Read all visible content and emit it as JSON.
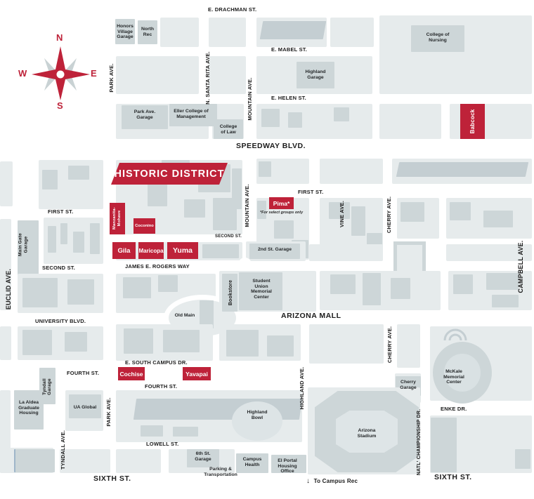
{
  "colors": {
    "accent_red": "#BE2239",
    "block_fill": "#E6EBEC",
    "building_fill": "#CDD6D8",
    "building_dark_fill": "#C4CED2",
    "label_text": "#1B1B1B",
    "hall_text": "#FFFFFF"
  },
  "compass": {
    "north": "N",
    "south": "S",
    "east": "E",
    "west": "W"
  },
  "streets": {
    "drachman": "E. DRACHMAN ST.",
    "mabel": "E. MABEL ST.",
    "helen": "E. HELEN ST.",
    "speedway": "SPEEDWAY BLVD.",
    "first": "FIRST ST.",
    "second": "SECOND ST.",
    "james_rogers": "JAMES E. ROGERS WAY",
    "university": "UNIVERSITY BLVD.",
    "arizona_mall": "ARIZONA MALL",
    "south_campus": "E. SOUTH CAMPUS DR.",
    "fourth": "FOURTH ST.",
    "lowell": "LOWELL ST.",
    "sixth": "SIXTH ST.",
    "enke": "ENKE DR.",
    "park": "PARK AVE.",
    "santa_rita": "N. SANTA RITA AVE.",
    "mountain": "MOUNTAIN AVE.",
    "vine": "VINE AVE.",
    "cherry": "CHERRY AVE.",
    "campbell": "CAMPBELL AVE.",
    "euclid": "EUCLID AVE.",
    "tyndall": "TYNDALL AVE.",
    "highland": "HIGHLAND AVE.",
    "natl_championship": "NATL' CHAMPIONSHIP DR."
  },
  "buildings": {
    "honors_village_garage": "Honors Village Garage",
    "north_rec": "North Rec",
    "college_of_nursing": "College of Nursing",
    "highland_garage": "Highland Garage",
    "park_ave_garage": "Park Ave. Garage",
    "eller": "Eller College of Management",
    "college_of_law": "College of Law",
    "main_gate_garage": "Main Gate Garage",
    "second_st_garage": "2nd St. Garage",
    "bookstore": "Bookstore",
    "student_union": "Student Union Memorial Center",
    "old_main": "Old Main",
    "tyndall_garage": "Tyndall Garage",
    "la_aldea": "La Aldea Graduate Housing",
    "ua_global": "UA Global",
    "highland_bowl": "Highland Bowl",
    "sixth_st_garage": "6th St. Garage",
    "parking_transportation": "Parking & Transportation",
    "campus_health": "Campus Health",
    "el_portal": "El Portal Housing Office",
    "arizona_stadium": "Arizona Stadium",
    "cherry_garage": "Cherry Garage",
    "mckale": "McKale Memorial Center"
  },
  "halls": {
    "historic_district": "HISTORIC DISTRICT",
    "manzanita_mohave": "Manzanita- Mohave",
    "coconino": "Coconino",
    "gila": "Gila",
    "maricopa": "Maricopa",
    "yuma": "Yuma",
    "pima": "Pima*",
    "pima_note": "*For select groups only",
    "cochise": "Cochise",
    "yavapai": "Yavapai",
    "babcock": "Babcock"
  },
  "annotations": {
    "down_arrow": "↓",
    "to_campus_rec": "To Campus Rec"
  }
}
